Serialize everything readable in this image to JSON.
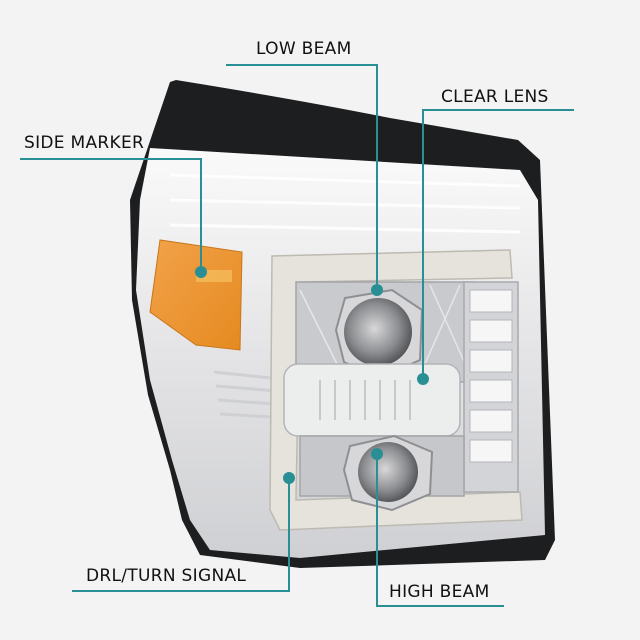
{
  "image": {
    "subject": "headlight-assembly",
    "background": "#f3f3f3",
    "accent_color": "#2a8f95"
  },
  "callouts": [
    {
      "id": "low-beam",
      "label": "LOW BEAM"
    },
    {
      "id": "clear-lens",
      "label": "CLEAR LENS"
    },
    {
      "id": "side-marker",
      "label": "SIDE MARKER"
    },
    {
      "id": "drl-turn-signal",
      "label": "DRL/TURN SIGNAL"
    },
    {
      "id": "high-beam",
      "label": "HIGH BEAM"
    }
  ]
}
